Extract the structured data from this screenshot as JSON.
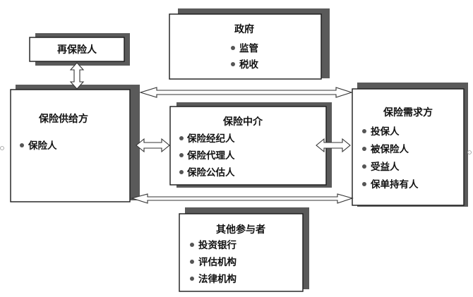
{
  "reinsurer": {
    "title": "再保险人"
  },
  "government": {
    "title": "政府",
    "items": [
      "监管",
      "税收"
    ]
  },
  "supplier": {
    "title": "保险供给方",
    "items": [
      "保险人"
    ]
  },
  "intermediary": {
    "title": "保险中介",
    "items": [
      "保险经纪人",
      "保险代理人",
      "保险公估人"
    ]
  },
  "demand": {
    "title": "保险需求方",
    "items": [
      "投保人",
      "被保险人",
      "受益人",
      "保单持有人"
    ]
  },
  "others": {
    "title": "其他参与者",
    "items": [
      "投资银行",
      "评估机构",
      "法律机构"
    ]
  }
}
